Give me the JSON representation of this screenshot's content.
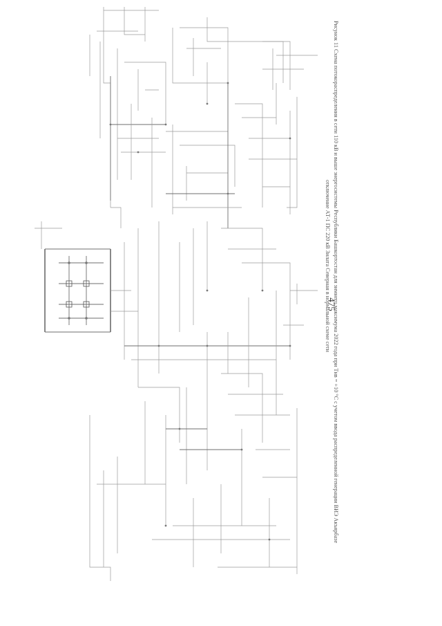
{
  "page": {
    "number": "475"
  },
  "caption": {
    "line1": "Рисунок 11 Схема потокораспределения в сети 110 кВ и выше энергосистемы Республики Башкортостан для зимнего максимума 2022 года при Тнв = +10 °С с учетом ввода распределенной генерации ВИЭ Акъярбазе",
    "line2": "отключение АТ-1 ПС 220 кВ Зилата Северная в нормальной схеме сети"
  },
  "diagram": {
    "description_colors": {
      "lines": "#9a9a9a",
      "buses": "#555555"
    }
  }
}
